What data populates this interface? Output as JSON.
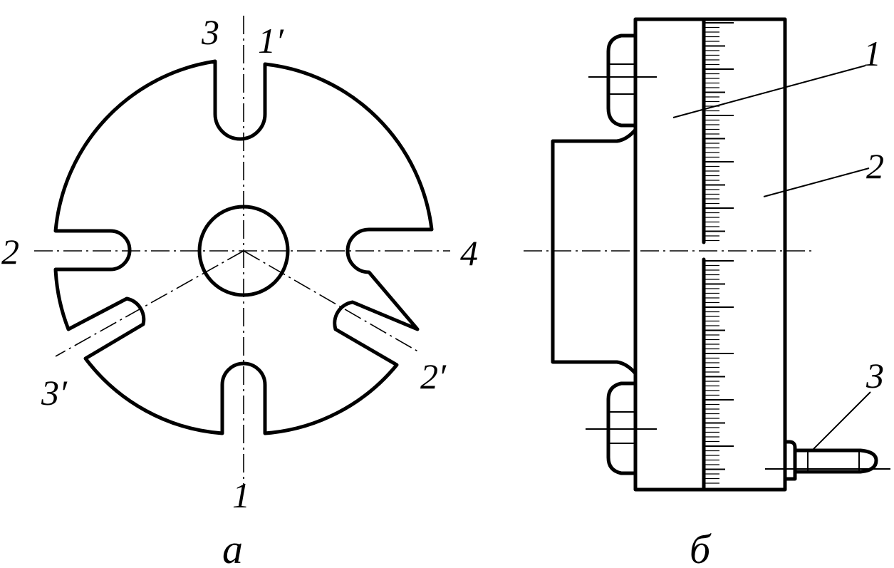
{
  "view_a": {
    "caption": "а",
    "labels": {
      "top_left": "3",
      "top_right": "1′",
      "left": "2",
      "right": "4",
      "bottom": "1",
      "lower_left": "3′",
      "lower_right": "2′"
    }
  },
  "view_b": {
    "caption": "б",
    "labels": {
      "plate": "1",
      "body": "2",
      "pin": "3"
    }
  }
}
